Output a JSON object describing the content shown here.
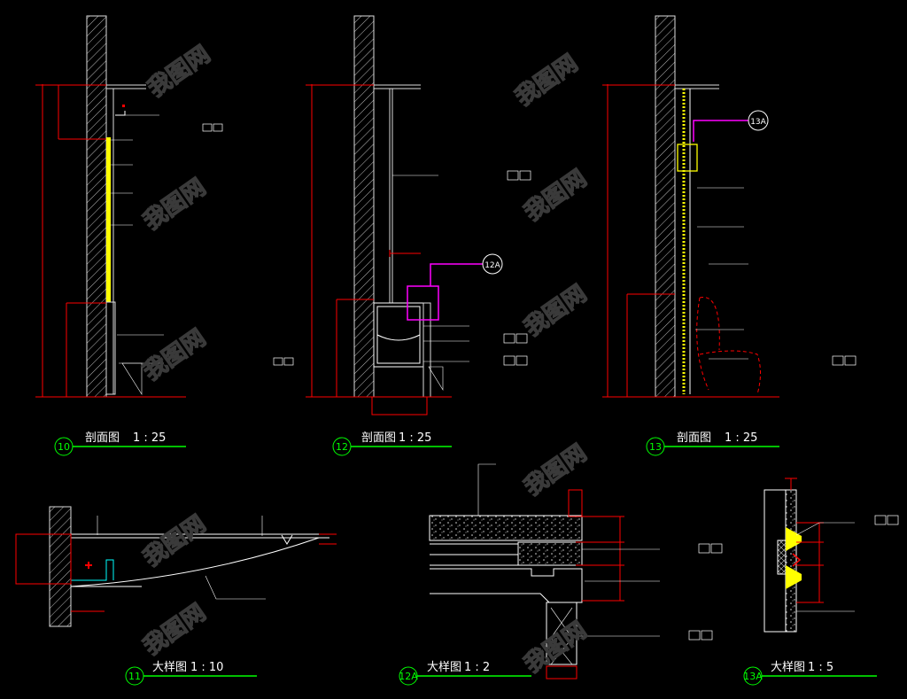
{
  "views": [
    {
      "id": "10",
      "title": "剖面图",
      "scale": "1 : 25"
    },
    {
      "id": "12",
      "title": "剖面图",
      "scale": "1 : 25"
    },
    {
      "id": "13",
      "title": "剖面图",
      "scale": "1 : 25"
    },
    {
      "id": "11",
      "title": "大样图",
      "scale": "1 : 10"
    },
    {
      "id": "12A",
      "title": "大样图",
      "scale": "1 : 2"
    },
    {
      "id": "13A",
      "title": "大样图",
      "scale": "1 : 5"
    }
  ],
  "callouts": {
    "c12a": "12A",
    "c13a": "13A"
  },
  "watermark": "我图网",
  "colors": {
    "background": "#000000",
    "green": "#00ff00",
    "red": "#ff0000",
    "magenta": "#ff00ff",
    "yellow": "#ffff00",
    "white": "#ffffff"
  }
}
